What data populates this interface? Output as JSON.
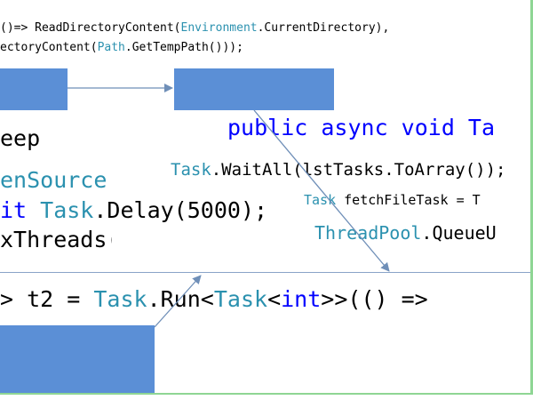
{
  "code": {
    "line1": {
      "a": "()=> ReadDirectoryContent(",
      "b": "Environment",
      "c": ".CurrentDirectory),"
    },
    "line2": {
      "a": "ectoryContent(",
      "b": "Path",
      "c": ".GetTempPath()));"
    },
    "sleep": "eep",
    "async": "public async void Ta",
    "cts": "enSource",
    "waitall": {
      "a": "Task",
      "b": ".WaitAll(lstTasks.ToArray());"
    },
    "delay": {
      "a": "it ",
      "b": "Task",
      "c": ".Delay(5000);"
    },
    "fetch": {
      "a": "Task",
      "b": " fetchFileTask = T"
    },
    "threadpool": {
      "a": "ThreadPool",
      "b": ".QueueU"
    },
    "maxthreads": "xThreads(",
    "run": {
      "a": "> t2 = ",
      "b": "Task",
      "c": ".Run<",
      "d": "Task",
      "e": "<",
      "f": "int",
      "g": ">>(() =>"
    }
  },
  "colors": {
    "type": "#2b91af",
    "keyword": "#0000ff",
    "box": "#5b8fd6",
    "arrow": "#6f8fb8",
    "border": "#8fd694"
  }
}
